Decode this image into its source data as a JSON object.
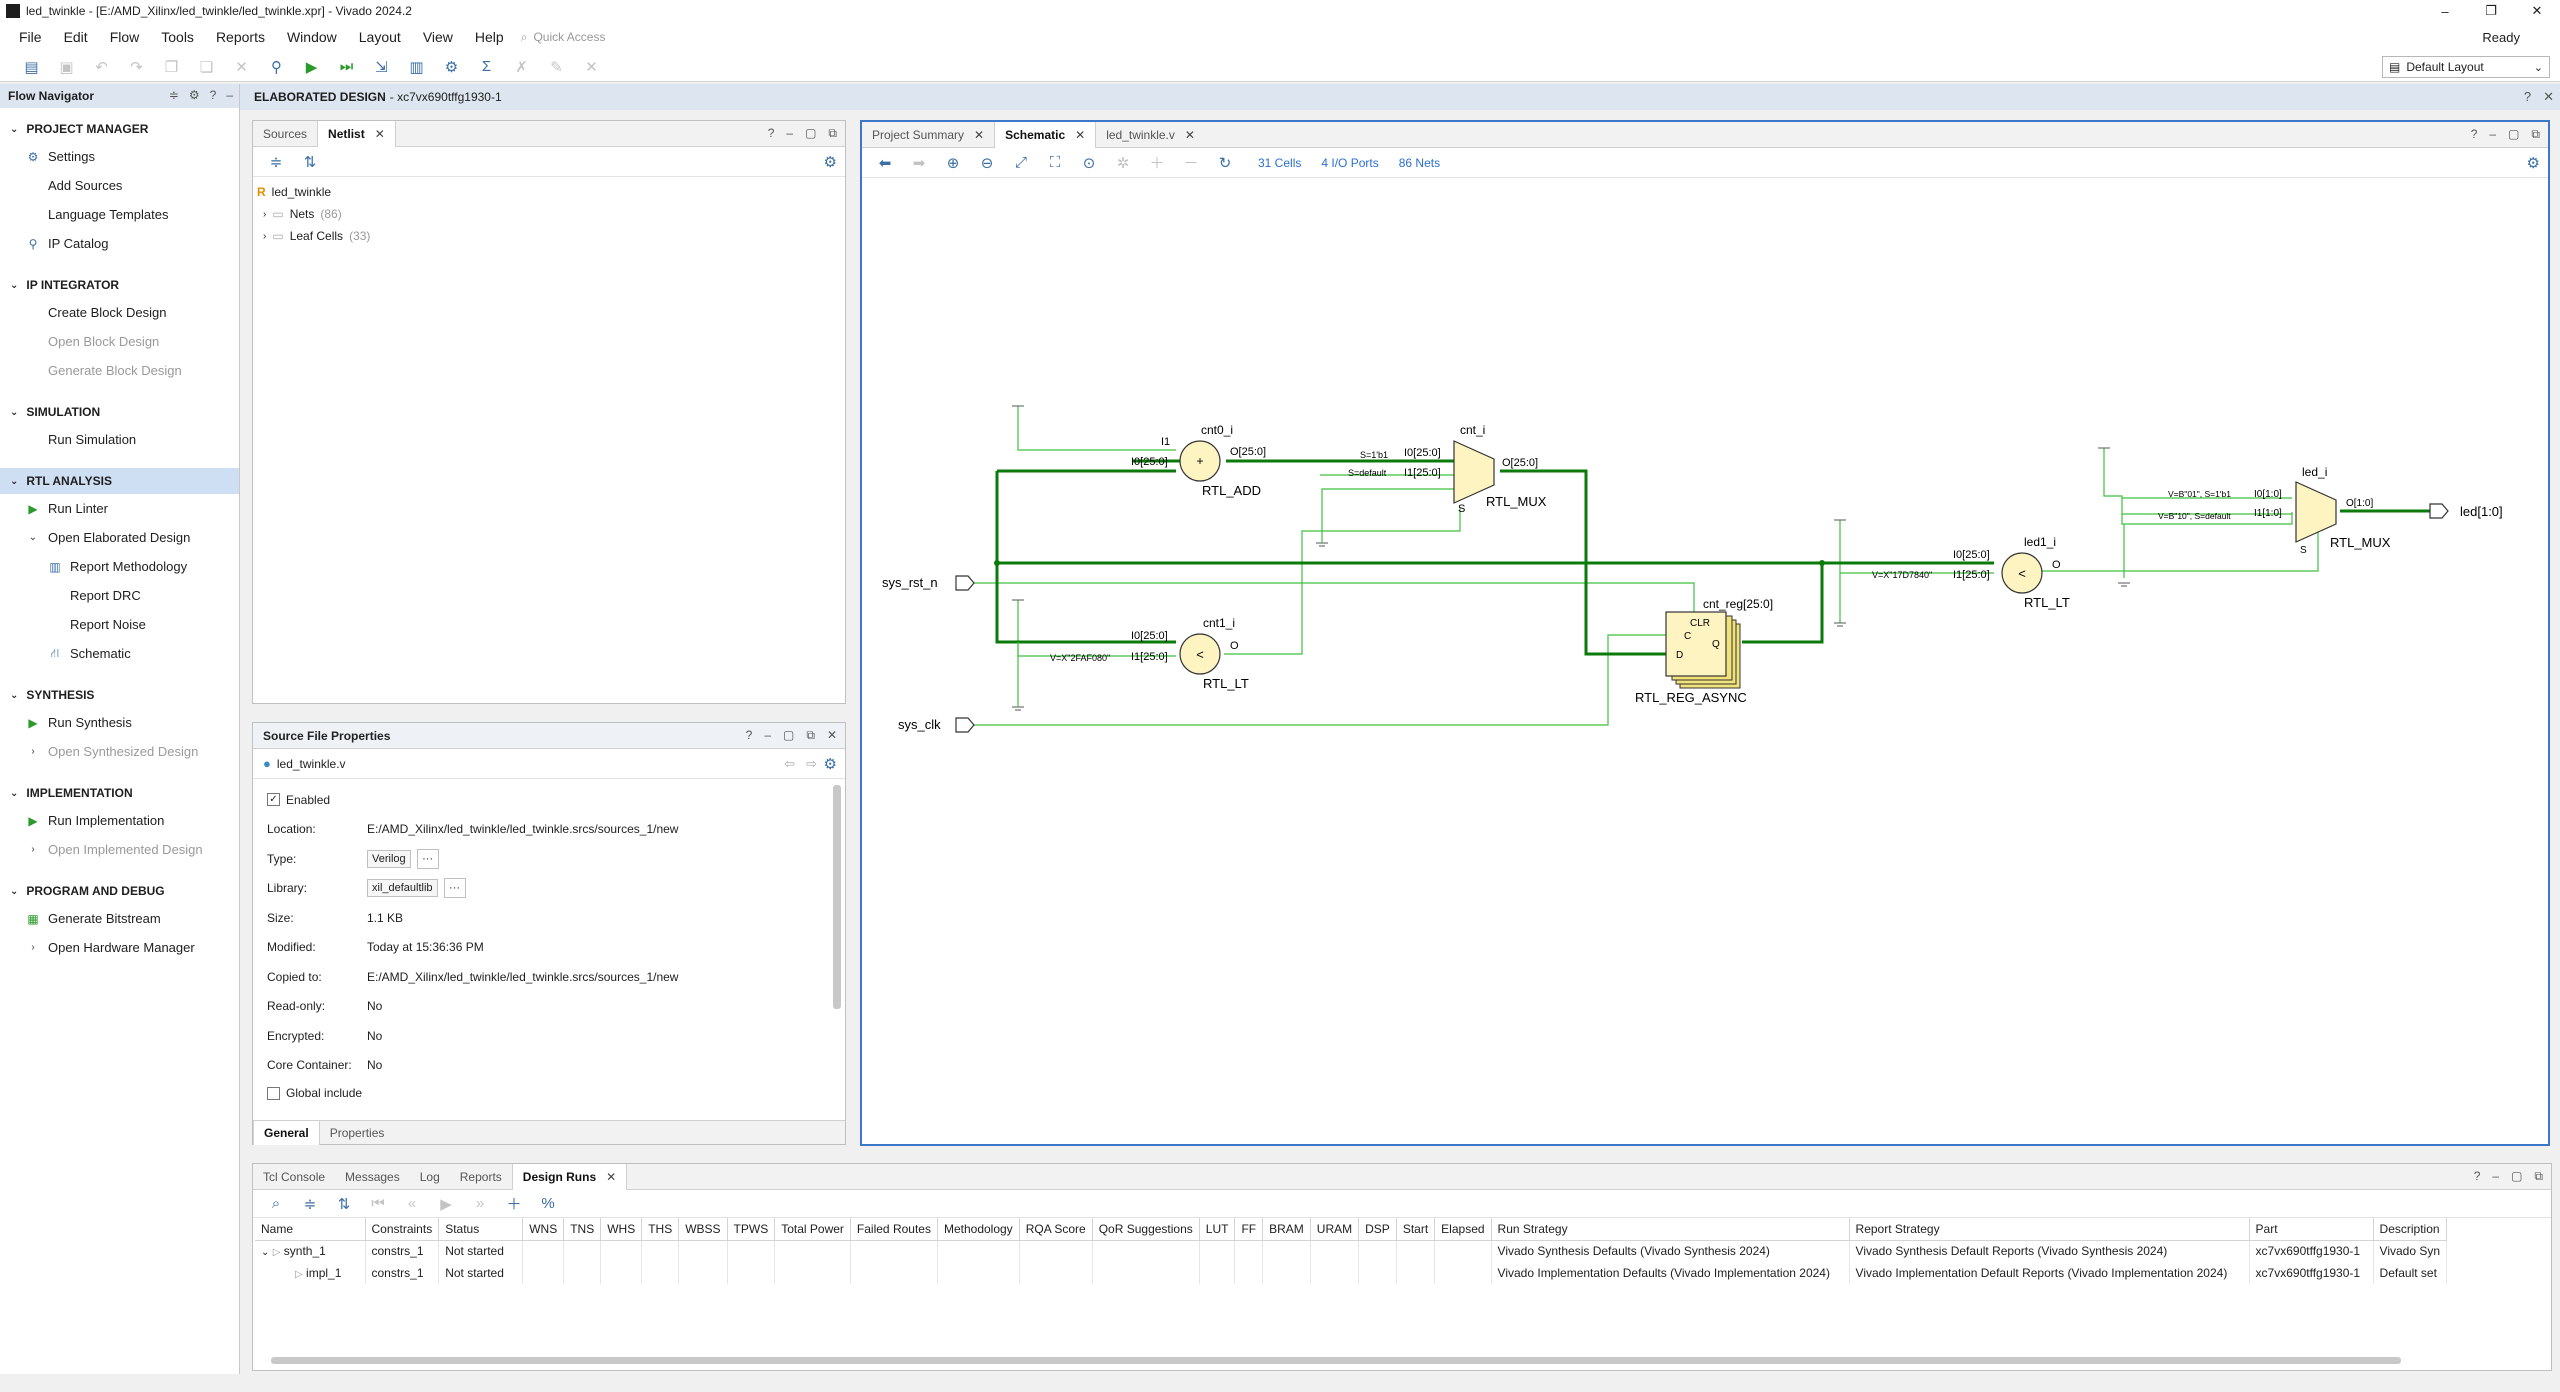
{
  "window": {
    "title": "led_twinkle - [E:/AMD_Xilinx/led_twinkle/led_twinkle.xpr] - Vivado 2024.2",
    "minimize": "–",
    "maximize": "❐",
    "close": "✕"
  },
  "menubar": {
    "items": [
      "File",
      "Edit",
      "Flow",
      "Tools",
      "Reports",
      "Window",
      "Layout",
      "View",
      "Help"
    ],
    "quick_access_placeholder": "Quick Access",
    "status": "Ready"
  },
  "toolbar": {
    "layout_select": "Default Layout"
  },
  "flow_navigator": {
    "title": "Flow Navigator",
    "sections": [
      {
        "title": "PROJECT MANAGER",
        "items": [
          {
            "label": "Settings",
            "icon": "gear-icon",
            "enabled": true
          },
          {
            "label": "Add Sources",
            "icon": "",
            "enabled": true
          },
          {
            "label": "Language Templates",
            "icon": "",
            "enabled": true
          },
          {
            "label": "IP Catalog",
            "icon": "ip-icon",
            "enabled": true
          }
        ]
      },
      {
        "title": "IP INTEGRATOR",
        "items": [
          {
            "label": "Create Block Design",
            "enabled": true
          },
          {
            "label": "Open Block Design",
            "enabled": false
          },
          {
            "label": "Generate Block Design",
            "enabled": false
          }
        ]
      },
      {
        "title": "SIMULATION",
        "items": [
          {
            "label": "Run Simulation",
            "enabled": true
          }
        ]
      },
      {
        "title": "RTL ANALYSIS",
        "items": [
          {
            "label": "Run Linter",
            "enabled": true
          },
          {
            "label": "Open Elaborated Design",
            "enabled": true
          },
          {
            "label": "Report Methodology",
            "enabled": true
          },
          {
            "label": "Report DRC",
            "enabled": true
          },
          {
            "label": "Report Noise",
            "enabled": true
          },
          {
            "label": "Schematic",
            "enabled": true
          }
        ]
      },
      {
        "title": "SYNTHESIS",
        "items": [
          {
            "label": "Run Synthesis",
            "enabled": true
          },
          {
            "label": "Open Synthesized Design",
            "enabled": false
          }
        ]
      },
      {
        "title": "IMPLEMENTATION",
        "items": [
          {
            "label": "Run Implementation",
            "enabled": true
          },
          {
            "label": "Open Implemented Design",
            "enabled": false
          }
        ]
      },
      {
        "title": "PROGRAM AND DEBUG",
        "items": [
          {
            "label": "Generate Bitstream",
            "enabled": true
          },
          {
            "label": "Open Hardware Manager",
            "enabled": true
          }
        ]
      }
    ]
  },
  "elaborated": {
    "title": "ELABORATED DESIGN",
    "part": "- xc7vx690tffg1930-1"
  },
  "netlist_panel": {
    "tabs": [
      "Sources",
      "Netlist"
    ],
    "root": "led_twinkle",
    "nets_label": "Nets",
    "nets_count": "(86)",
    "leaf_label": "Leaf Cells",
    "leaf_count": "(33)"
  },
  "source_props": {
    "title": "Source File Properties",
    "file": "led_twinkle.v",
    "enabled_label": "Enabled",
    "rows": [
      {
        "k": "Location:",
        "v": "E:/AMD_Xilinx/led_twinkle/led_twinkle.srcs/sources_1/new"
      },
      {
        "k": "Type:",
        "v": "Verilog"
      },
      {
        "k": "Library:",
        "v": "xil_defaultlib"
      },
      {
        "k": "Size:",
        "v": "1.1 KB"
      },
      {
        "k": "Modified:",
        "v": "Today at 15:36:36 PM"
      },
      {
        "k": "Copied to:",
        "v": "E:/AMD_Xilinx/led_twinkle/led_twinkle.srcs/sources_1/new"
      },
      {
        "k": "Read-only:",
        "v": "No"
      },
      {
        "k": "Encrypted:",
        "v": "No"
      },
      {
        "k": "Core Container:",
        "v": "No"
      }
    ],
    "global_include": "Global include",
    "bottom_tabs": [
      "General",
      "Properties"
    ]
  },
  "schematic_panel": {
    "tabs": [
      "Project Summary",
      "Schematic",
      "led_twinkle.v"
    ],
    "cells": "31 Cells",
    "ports": "4 I/O Ports",
    "nets": "86 Nets",
    "labels": {
      "sys_rst_n": "sys_rst_n",
      "sys_clk": "sys_clk",
      "led_out": "led[1:0]",
      "cnt0_name": "cnt0_i",
      "cnt0_type": "RTL_ADD",
      "cnt0_i1": "I1",
      "cnt0_i0": "I0[25:0]",
      "cnt0_o": "O[25:0]",
      "cnt0_sym": "+",
      "cnt_name": "cnt_i",
      "cnt_type": "RTL_MUX",
      "cnt_i0": "I0[25:0]",
      "cnt_i1": "I1[25:0]",
      "cnt_o": "O[25:0]",
      "cnt_s": "S",
      "cnt_s1": "S=1'b1",
      "cnt_sdef": "S=default",
      "cnt1_name": "cnt1_i",
      "cnt1_type": "RTL_LT",
      "cnt1_i0": "I0[25:0]",
      "cnt1_i1": "I1[25:0]",
      "cnt1_o": "O",
      "cnt1_const": "V=X\"2FAF080\"",
      "cnt1_sym": "<",
      "reg_name": "cnt_reg[25:0]",
      "reg_type": "RTL_REG_ASYNC",
      "reg_clr": "CLR",
      "reg_c": "C",
      "reg_d": "D",
      "reg_q": "Q",
      "led1_name": "led1_i",
      "led1_type": "RTL_LT",
      "led1_i0": "I0[25:0]",
      "led1_i1": "I1[25:0]",
      "led1_o": "O",
      "led1_const": "V=X\"17D7840\"",
      "led1_sym": "<",
      "led_name": "led_i",
      "led_type": "RTL_MUX",
      "led_i0": "I0[1:0]",
      "led_i1": "I1[1:0]",
      "led_o": "O[1:0]",
      "led_s": "S",
      "led_c0": "V=B\"01\", S=1'b1",
      "led_c1": "V=B\"10\", S=default"
    }
  },
  "bottom_panel": {
    "tabs": [
      "Tcl Console",
      "Messages",
      "Log",
      "Reports",
      "Design Runs"
    ],
    "columns": [
      "Name",
      "Constraints",
      "Status",
      "WNS",
      "TNS",
      "WHS",
      "THS",
      "WBSS",
      "TPWS",
      "Total Power",
      "Failed Routes",
      "Methodology",
      "RQA Score",
      "QoR Suggestions",
      "LUT",
      "FF",
      "BRAM",
      "URAM",
      "DSP",
      "Start",
      "Elapsed",
      "Run Strategy",
      "Report Strategy",
      "Part",
      "Description"
    ],
    "rows": [
      {
        "name": "synth_1",
        "constraints": "constrs_1",
        "status": "Not started",
        "run_strategy": "Vivado Synthesis Defaults (Vivado Synthesis 2024)",
        "report_strategy": "Vivado Synthesis Default Reports (Vivado Synthesis 2024)",
        "part": "xc7vx690tffg1930-1",
        "description": "Vivado Syn"
      },
      {
        "name": "impl_1",
        "constraints": "constrs_1",
        "status": "Not started",
        "run_strategy": "Vivado Implementation Defaults (Vivado Implementation 2024)",
        "report_strategy": "Vivado Implementation Default Reports (Vivado Implementation 2024)",
        "part": "xc7vx690tffg1930-1",
        "description": "Default set"
      }
    ]
  }
}
